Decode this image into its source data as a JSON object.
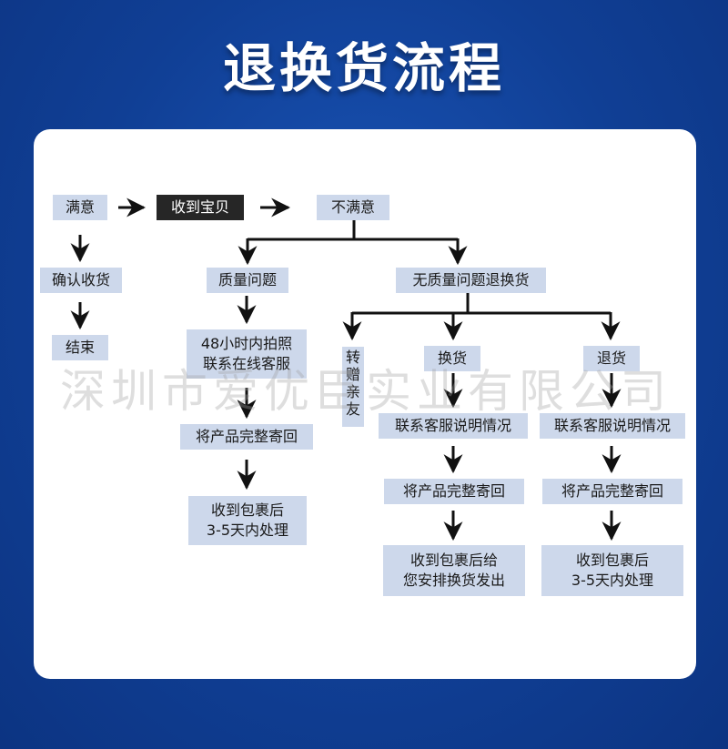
{
  "title": "退换货流程",
  "nodes": {
    "satisfied": "满意",
    "received": "收到宝贝",
    "unsatisfied": "不满意",
    "confirm_receipt": "确认收货",
    "end": "结束",
    "quality_issue": "质量问题",
    "quality_step1_l1": "48小时内拍照",
    "quality_step1_l2": "联系在线客服",
    "quality_step2": "将产品完整寄回",
    "quality_step3_l1": "收到包裹后",
    "quality_step3_l2": "3-5天内处理",
    "no_quality_issue": "无质量问题退换货",
    "gift_chars": [
      "转",
      "赠",
      "亲",
      "友"
    ],
    "exchange": "换货",
    "exchange_step1": "联系客服说明情况",
    "exchange_step2": "将产品完整寄回",
    "exchange_step3_l1": "收到包裹后给",
    "exchange_step3_l2": "您安排换货发出",
    "return": "退货",
    "return_step1": "联系客服说明情况",
    "return_step2": "将产品完整寄回",
    "return_step3_l1": "收到包裹后",
    "return_step3_l2": "3-5天内处理"
  },
  "watermark": "深圳市爱优臣实业有限公司",
  "colors": {
    "background": "#0f3f93",
    "box": "#cdd8eb",
    "box_dark": "#262626",
    "line": "#111111"
  }
}
